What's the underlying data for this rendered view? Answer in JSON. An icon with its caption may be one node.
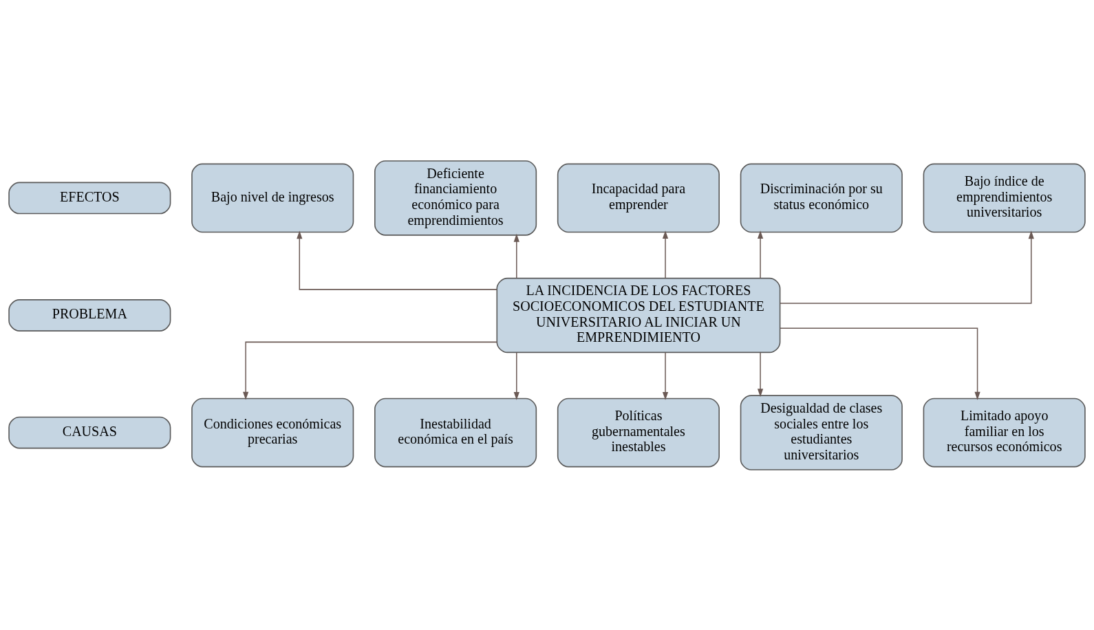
{
  "diagram": {
    "nodes": [
      {
        "text": [
          "EFECTOS"
        ]
      },
      {
        "text": [
          "Bajo nivel de ingresos"
        ]
      },
      {
        "text": [
          "Deficiente financiamiento económico para emprendimientos"
        ]
      },
      {
        "text": [
          "Incapacidad para emprender"
        ]
      },
      {
        "text": [
          "Discriminación por su status económico"
        ]
      },
      {
        "text": [
          "Bajo índice de emprendimientos universitarios"
        ]
      },
      {
        "text": [
          "PROBLEMA"
        ]
      },
      {
        "text": [
          "LA INCIDENCIA DE LOS FACTORES SOCIOECONOMICOS DEL ESTUDIANTE UNIVERSITARIO AL INICIAR UN EMPRENDIMIENTO"
        ]
      },
      {
        "text": [
          "Condiciones económicas precarias"
        ]
      },
      {
        "text": [
          "Inestabilidad económica en el país"
        ]
      },
      {
        "text": [
          "Políticas gubernamentales inestables"
        ]
      },
      {
        "text": [
          "Desigualdad de clases sociales entre los estudiantes universitarios"
        ]
      },
      {
        "text": [
          "Limitado apoyo familiar en los recursos económicos"
        ]
      },
      {
        "text": [
          "CAUSAS"
        ]
      }
    ],
    "edges": [
      {
        "from": 7,
        "to": 1,
        "arrow": "to"
      },
      {
        "from": 7,
        "to": 2,
        "arrow": "to"
      },
      {
        "from": 7,
        "to": 3,
        "arrow": "to"
      },
      {
        "from": 7,
        "to": 4,
        "arrow": "to"
      },
      {
        "from": 7,
        "to": 5,
        "arrow": "to"
      },
      {
        "from": 7,
        "to": 8,
        "arrow": "to"
      },
      {
        "from": 7,
        "to": 9,
        "arrow": "to"
      },
      {
        "from": 7,
        "to": 10,
        "arrow": "to"
      },
      {
        "from": 7,
        "to": 11,
        "arrow": "to"
      },
      {
        "from": 7,
        "to": 12,
        "arrow": "to"
      }
    ]
  }
}
